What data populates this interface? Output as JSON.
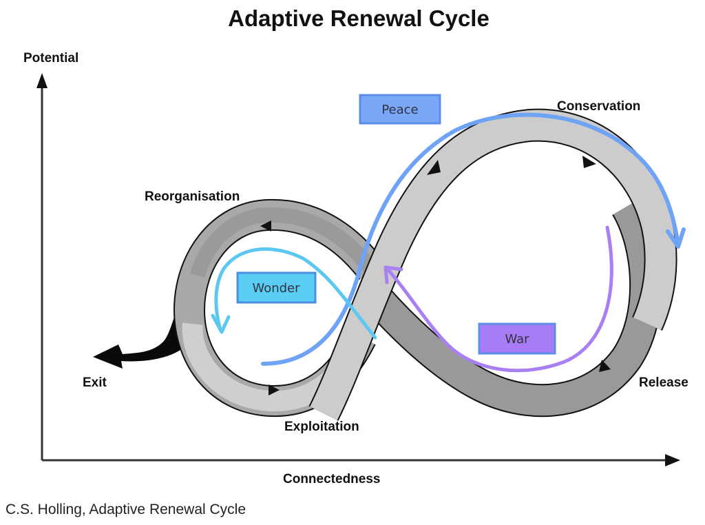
{
  "title": "Adaptive Renewal Cycle",
  "axes": {
    "y_label": "Potential",
    "x_label": "Connectedness"
  },
  "phases": {
    "reorganisation": "Reorganisation",
    "exploitation": "Exploitation",
    "conservation": "Conservation",
    "release": "Release",
    "exit": "Exit"
  },
  "overlay_boxes": [
    {
      "label": "Peace",
      "color": "#7aa7f7"
    },
    {
      "label": "Wonder",
      "color": "#5bcdf5"
    },
    {
      "label": "War",
      "color": "#a77cf5"
    }
  ],
  "overlay_arrows": {
    "peace_color": "#6fa3f5",
    "wonder_color": "#5cc8f2",
    "war_color": "#a880f2"
  },
  "caption": "C.S. Holling, Adaptive Renewal Cycle"
}
